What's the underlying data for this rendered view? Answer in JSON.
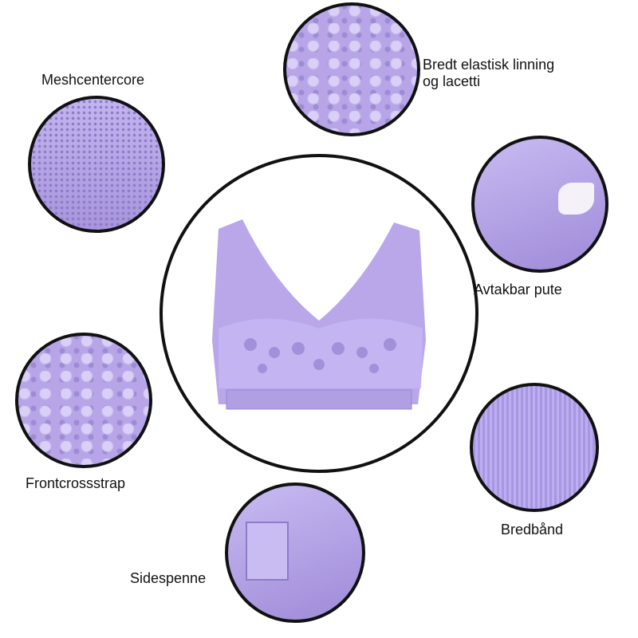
{
  "features": [
    {
      "id": "mesh",
      "label": "Meshcentercore"
    },
    {
      "id": "waistband",
      "label_line1": "Bredt elastisk linning",
      "label_line2": "og lacetti"
    },
    {
      "id": "pad",
      "label": "Avtakbar pute"
    },
    {
      "id": "strap",
      "label": "Frontcrossstrap"
    },
    {
      "id": "wideband",
      "label": "Bredbånd"
    },
    {
      "id": "clasp",
      "label": "Sidespenne"
    }
  ],
  "colors": {
    "fabric": "#b8a6e6",
    "border": "#111111"
  }
}
